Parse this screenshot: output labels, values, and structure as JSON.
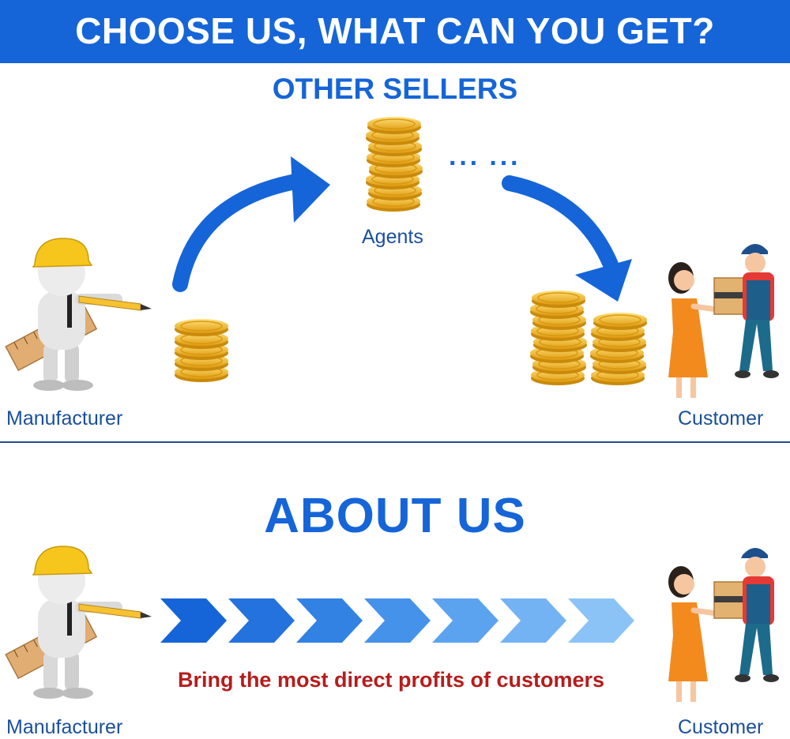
{
  "header": {
    "title": "CHOOSE US, WHAT CAN YOU GET?"
  },
  "top_section": {
    "heading": "OTHER SELLERS",
    "agents_label": "Agents",
    "ellipsis": "··· ···",
    "manufacturer_label": "Manufacturer",
    "customer_label": "Customer"
  },
  "bottom_section": {
    "heading": "ABOUT US",
    "tagline": "Bring the most direct profits of customers",
    "manufacturer_label": "Manufacturer",
    "customer_label": "Customer"
  },
  "colors": {
    "brand_blue": "#1565d8",
    "tagline_red": "#b71c1c",
    "coin_gold": "#f2b824"
  }
}
